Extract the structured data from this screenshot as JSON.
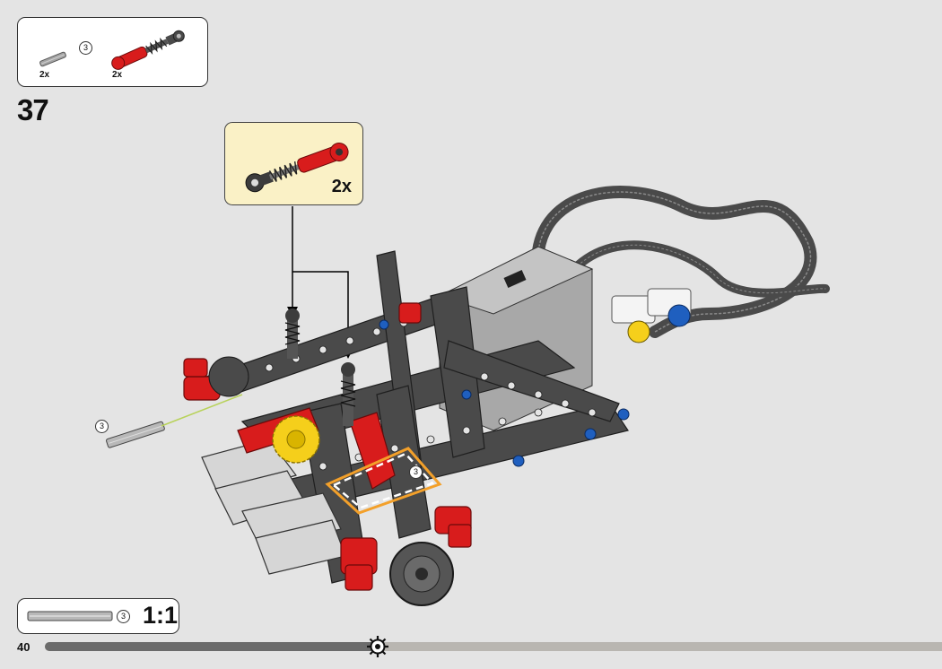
{
  "parts_needed": [
    {
      "name": "axle",
      "quantity": "2x",
      "length": "3"
    },
    {
      "name": "shock-absorber",
      "quantity": "2x"
    }
  ],
  "step": {
    "number": "37"
  },
  "callout": {
    "quantity": "2x"
  },
  "model": {
    "loose_axle_length": "3",
    "marker_length": "3"
  },
  "scale": {
    "axle_length": "3",
    "ratio": "1:1"
  },
  "page": {
    "number": "40",
    "progress": 0.374
  },
  "colors": {
    "background": "#e4e4e4",
    "callout": "#faf1c6",
    "red": "#d81c1c",
    "dark_gray": "#4a4a4a",
    "orange_marker": "#f3a02a",
    "blue": "#1f5fbf",
    "yellow": "#f5cf1b"
  }
}
